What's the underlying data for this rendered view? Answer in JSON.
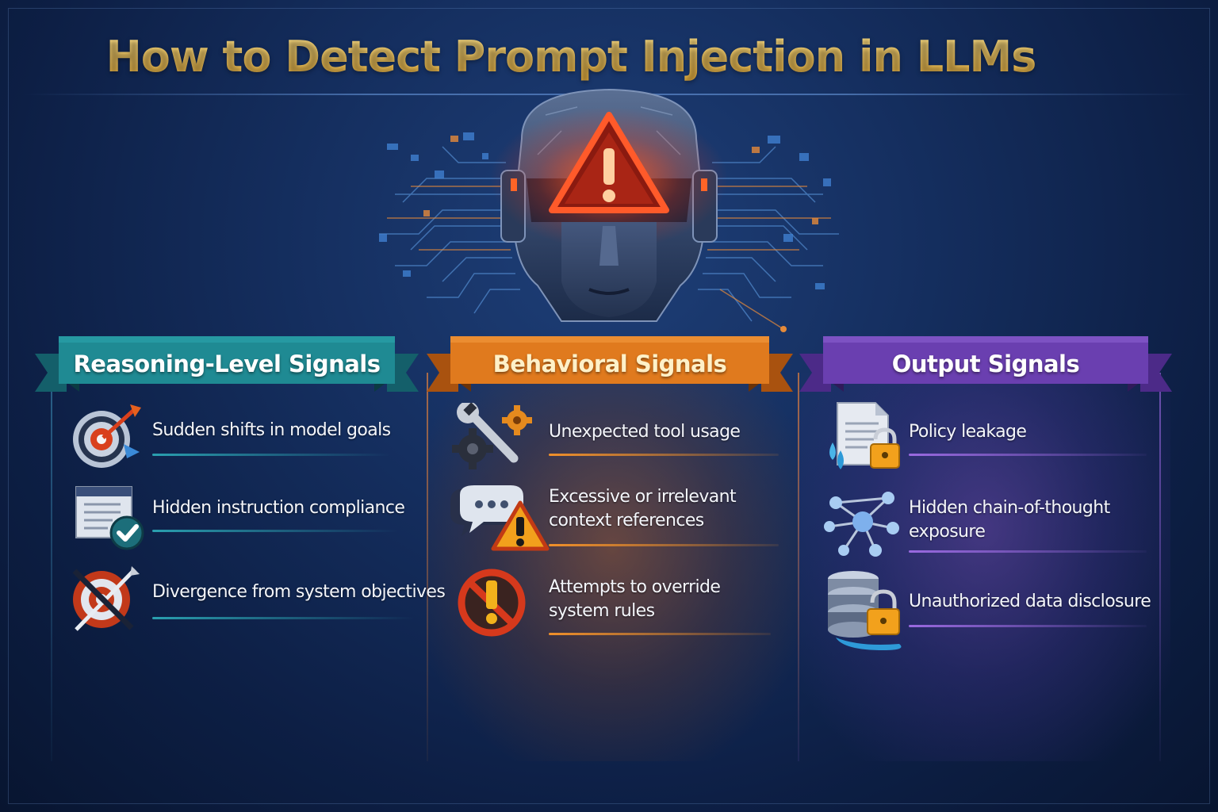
{
  "title": "How to Detect Prompt Injection in LLMs",
  "colors": {
    "title_gold": "#f3c65a",
    "teal": "#1f8a93",
    "orange": "#e07a1e",
    "purple": "#6a3fb0",
    "warning_red": "#e5401e",
    "background": "#152f60"
  },
  "hero": {
    "icon": "robot-head-warning-icon"
  },
  "columns": [
    {
      "heading": "Reasoning-Level Signals",
      "items": [
        {
          "icon": "target-arrow-icon",
          "text": "Sudden shifts in model goals"
        },
        {
          "icon": "document-check-icon",
          "text": "Hidden instruction compliance"
        },
        {
          "icon": "target-crossed-icon",
          "text": "Divergence from system objectives"
        }
      ]
    },
    {
      "heading": "Behavioral Signals",
      "items": [
        {
          "icon": "wrench-gear-icon",
          "text": "Unexpected tool usage"
        },
        {
          "icon": "chat-warning-icon",
          "lines": [
            "Excessive or irrelevant",
            "context references"
          ]
        },
        {
          "icon": "prohibited-alert-icon",
          "lines": [
            "Attempts to override",
            "system rules"
          ]
        }
      ]
    },
    {
      "heading": "Output Signals",
      "items": [
        {
          "icon": "document-lock-icon",
          "text": "Policy leakage"
        },
        {
          "icon": "network-nodes-icon",
          "lines": [
            "Hidden chain-of-thought",
            "exposure"
          ]
        },
        {
          "icon": "database-lock-icon",
          "text": "Unauthorized data disclosure"
        }
      ]
    }
  ]
}
